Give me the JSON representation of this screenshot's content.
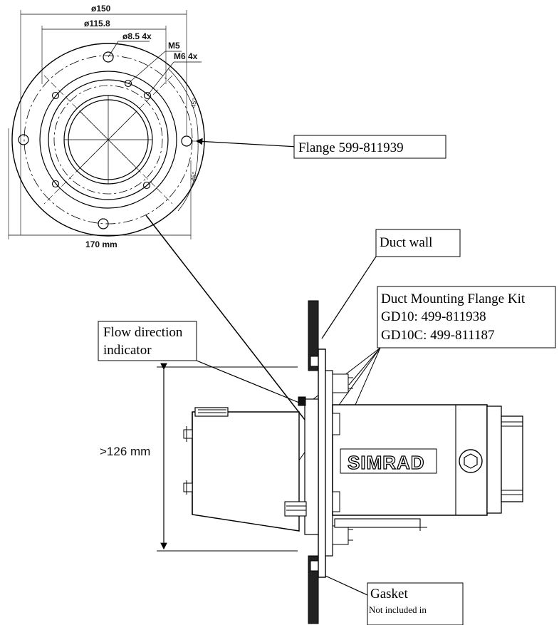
{
  "flange_drawing": {
    "dims": {
      "outer_diameter": "ø150",
      "bolt_circle": "ø115.8",
      "bolt_holes": "ø8.5  4x",
      "thread_m5": "M5",
      "thread_m6": "M6  4x",
      "overall_width": "170 mm",
      "angle_top": "45°",
      "angle_bottom": "45°"
    }
  },
  "callouts": {
    "flange_part": "Flange 599-811939",
    "duct_wall": "Duct wall",
    "kit_title": "Duct Mounting Flange Kit",
    "kit_gd10": "GD10: 499-811938",
    "kit_gd10c": "GD10C: 499-811187",
    "flow_line1": "Flow direction",
    "flow_line2": "indicator",
    "gasket": "Gasket",
    "gasket_note": "Not included in"
  },
  "side_view": {
    "clearance": ">126 mm",
    "brand_logo": "SIMRAD"
  }
}
